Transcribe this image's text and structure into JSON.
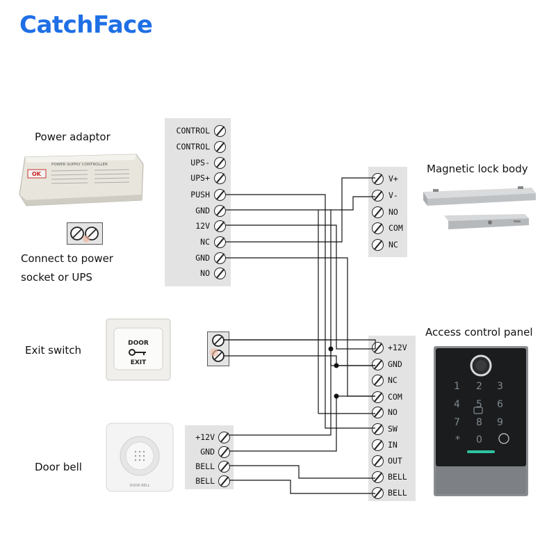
{
  "brand": {
    "logo": "CatchFace"
  },
  "labels": {
    "power_adaptor": "Power adaptor",
    "connect_power_line1": "Connect to power",
    "connect_power_line2": "socket or UPS",
    "exit_switch": "Exit switch",
    "door_bell": "Door bell",
    "magnetic_lock_body": "Magnetic lock body",
    "access_control_panel": "Access control panel"
  },
  "power_supply": {
    "terminals": [
      "CONTROL",
      "CONTROL",
      "UPS-",
      "UPS+",
      "PUSH",
      "GND",
      "12V",
      "NC",
      "GND",
      "NO"
    ]
  },
  "magnetic_lock": {
    "terminals": [
      "V+",
      "V-",
      "NO",
      "COM",
      "NC"
    ]
  },
  "access_panel": {
    "terminals": [
      "+12V",
      "GND",
      "NC",
      "COM",
      "NO",
      "SW",
      "IN",
      "OUT",
      "BELL",
      "BELL"
    ],
    "keypad": [
      "1",
      "2",
      "3",
      "4",
      "5",
      "6",
      "7",
      "8",
      "9",
      "*",
      "0"
    ]
  },
  "door_bell_block": {
    "terminals": [
      "+12V",
      "GND",
      "BELL",
      "BELL"
    ]
  },
  "exit_switch_device": {
    "line1": "DOOR",
    "line2": "EXIT"
  },
  "power_box": {
    "title": "POWER SUPPLY CONTROLLER",
    "brand": "OK"
  },
  "bell_device": {
    "brand": "DOOR BELL"
  }
}
